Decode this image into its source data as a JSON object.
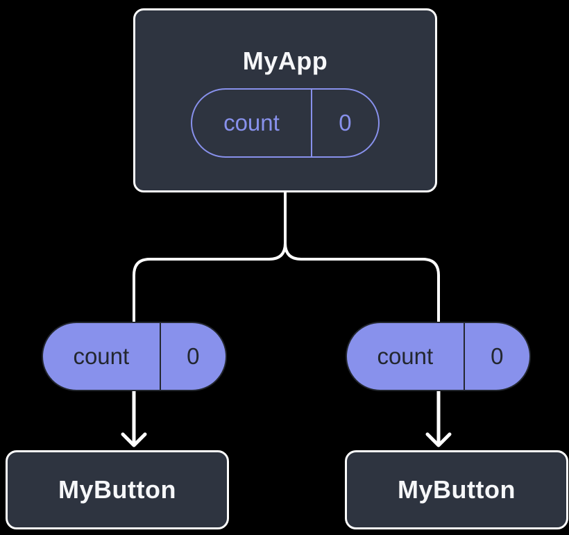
{
  "colors": {
    "background": "#000000",
    "node_fill": "#2E3440",
    "node_border": "#FFFFFF",
    "node_text": "#F6F7F9",
    "accent_purple": "#8891EC",
    "pill_dark": "#23272F",
    "connector_line": "#FFFFFF"
  },
  "root": {
    "title": "MyApp",
    "state": {
      "name": "count",
      "value": "0"
    }
  },
  "children": [
    {
      "title": "MyButton",
      "prop": {
        "name": "count",
        "value": "0"
      }
    },
    {
      "title": "MyButton",
      "prop": {
        "name": "count",
        "value": "0"
      }
    }
  ]
}
